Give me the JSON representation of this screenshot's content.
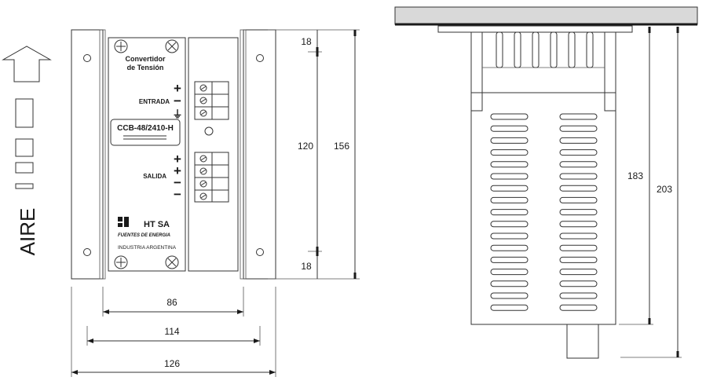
{
  "airflow": {
    "label": "AIRE"
  },
  "front_panel": {
    "title_line1": "Convertidor",
    "title_line2": "de Tensión",
    "input_label": "ENTRADA",
    "output_label": "SALIDA",
    "model": "CCB-48/2410-H",
    "brand": "HT SA",
    "brand_sub": "FUENTES DE ENERGIA",
    "country": "INDUSTRIA ARGENTINA",
    "input_symbols": [
      "+",
      "−",
      "⏚"
    ],
    "output_symbols": [
      "+",
      "+",
      "−",
      "−"
    ]
  },
  "dimensions": {
    "d18_top": "18",
    "d120": "120",
    "d156": "156",
    "d18_bottom": "18",
    "w86": "86",
    "w114": "114",
    "w126": "126",
    "d183": "183",
    "d203": "203"
  },
  "colors": {
    "line": "#333333",
    "text": "#1a1a1a",
    "background": "#ffffff",
    "mount_plate": "#d9d9d9"
  }
}
